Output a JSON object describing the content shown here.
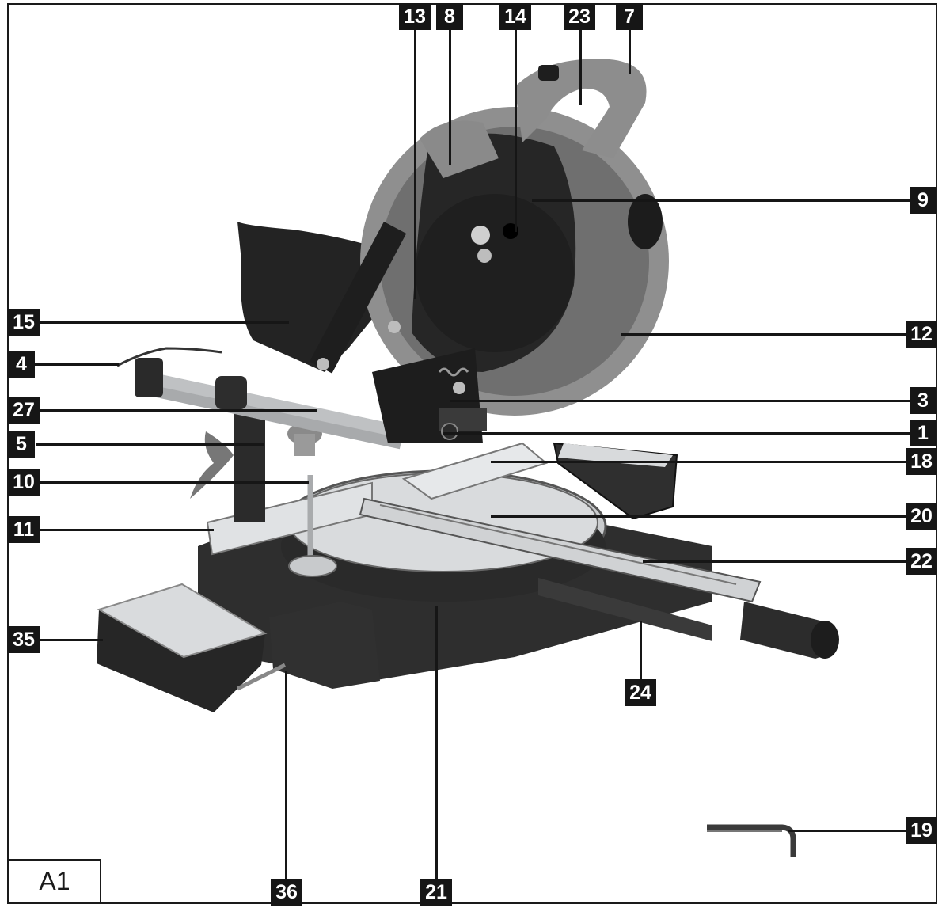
{
  "figure_label": "A1",
  "illustration": "sliding-mitre-saw",
  "colors": {
    "badge_bg": "#161616",
    "badge_text": "#ffffff",
    "frame": "#1a1a1a",
    "body_grey": "#8d8d8d",
    "dark_plastic": "#2b2b2b",
    "metal_silver": "#d7d9db"
  },
  "callouts": [
    {
      "id": "c13",
      "label": "13"
    },
    {
      "id": "c8",
      "label": "8"
    },
    {
      "id": "c14",
      "label": "14"
    },
    {
      "id": "c23",
      "label": "23"
    },
    {
      "id": "c7",
      "label": "7"
    },
    {
      "id": "c9",
      "label": "9"
    },
    {
      "id": "c15",
      "label": "15"
    },
    {
      "id": "c12",
      "label": "12"
    },
    {
      "id": "c4",
      "label": "4"
    },
    {
      "id": "c27",
      "label": "27"
    },
    {
      "id": "c3",
      "label": "3"
    },
    {
      "id": "c5",
      "label": "5"
    },
    {
      "id": "c1",
      "label": "1"
    },
    {
      "id": "c10",
      "label": "10"
    },
    {
      "id": "c18",
      "label": "18"
    },
    {
      "id": "c11",
      "label": "11"
    },
    {
      "id": "c20",
      "label": "20"
    },
    {
      "id": "c22",
      "label": "22"
    },
    {
      "id": "c35",
      "label": "35"
    },
    {
      "id": "c24",
      "label": "24"
    },
    {
      "id": "c19",
      "label": "19"
    },
    {
      "id": "c36",
      "label": "36"
    },
    {
      "id": "c21",
      "label": "21"
    }
  ]
}
